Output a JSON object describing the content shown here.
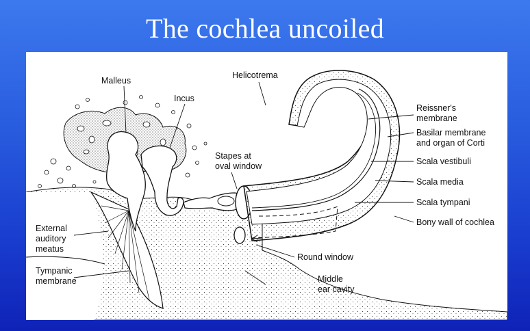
{
  "slide": {
    "title": "The cochlea uncoiled"
  },
  "diagram": {
    "labels": {
      "malleus": "Malleus",
      "incus": "Incus",
      "helicotrema": "Helicotrema",
      "reissner_1": "Reissner's",
      "reissner_2": "membrane",
      "basilar_1": "Basilar membrane",
      "basilar_2": "and organ of Corti",
      "scala_vestibuli": "Scala vestibuli",
      "scala_media": "Scala media",
      "scala_tympani": "Scala tympani",
      "bony_wall": "Bony wall of cochlea",
      "stapes_1": "Stapes at",
      "stapes_2": "oval window",
      "external_1": "External",
      "external_2": "auditory",
      "external_3": "meatus",
      "tympanic_1": "Tympanic",
      "tympanic_2": "membrane",
      "round_window": "Round window",
      "middle_1": "Middle",
      "middle_2": "ear cavity"
    },
    "colors": {
      "ink": "#111111",
      "stipple": "#555555"
    }
  }
}
